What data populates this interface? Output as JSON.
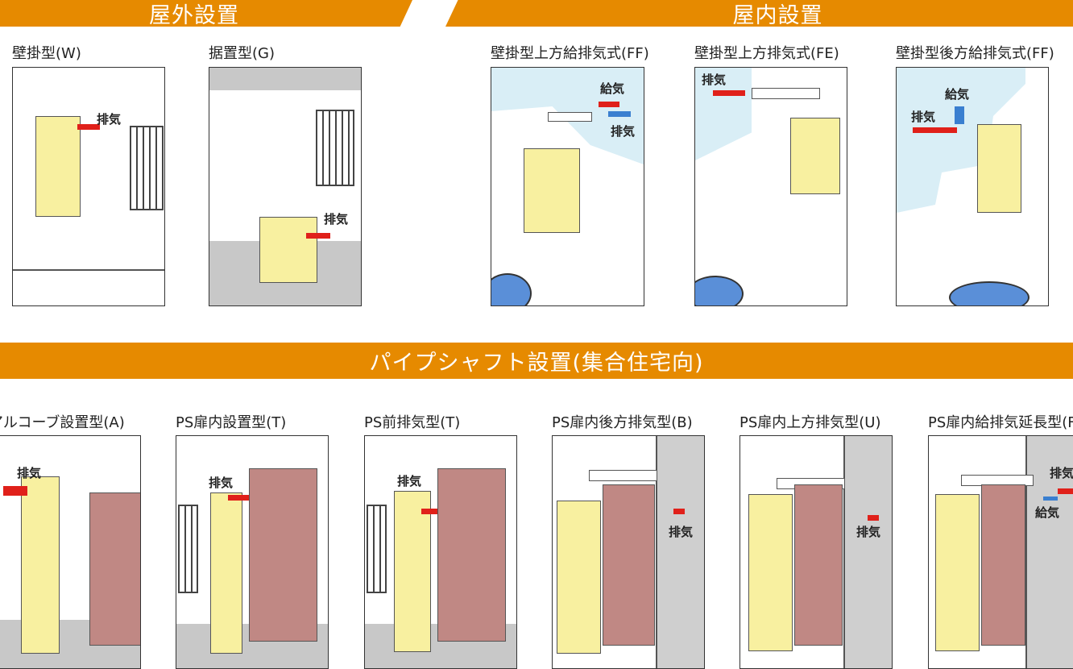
{
  "banners": {
    "outdoor": "屋外設置",
    "indoor": "屋内設置",
    "pipeshaft": "パイプシャフト設置(集合住宅向)"
  },
  "outdoor": [
    {
      "title": "壁掛型(W)",
      "labels": [
        "排気"
      ]
    },
    {
      "title": "据置型(G)",
      "labels": [
        "排気"
      ]
    }
  ],
  "indoor": [
    {
      "title": "壁掛型上方給排気式(FF)",
      "labels": [
        "給気",
        "排気"
      ]
    },
    {
      "title": "壁掛型上方排気式(FE)",
      "labels": [
        "排気"
      ]
    },
    {
      "title": "壁掛型後方給排気式(FF)",
      "labels": [
        "給気",
        "排気"
      ]
    }
  ],
  "pipeshaft": [
    {
      "title": "アルコーブ設置型(A)",
      "labels": [
        "排気"
      ]
    },
    {
      "title": "PS扉内設置型(T)",
      "labels": [
        "排気"
      ]
    },
    {
      "title": "PS前排気型(T)",
      "labels": [
        "排気"
      ]
    },
    {
      "title": "PS扉内後方排気型(B)",
      "labels": [
        "排気"
      ]
    },
    {
      "title": "PS扉内上方排気型(U)",
      "labels": [
        "排気"
      ]
    },
    {
      "title": "PS扉内給排気延長型(F)",
      "labels": [
        "排気",
        "給気"
      ]
    }
  ],
  "colors": {
    "banner": "#e68a00",
    "heater": "#f8f0a0",
    "door": "#c08884",
    "exhaust": "#e0201a",
    "intake": "#3a7fd0"
  }
}
